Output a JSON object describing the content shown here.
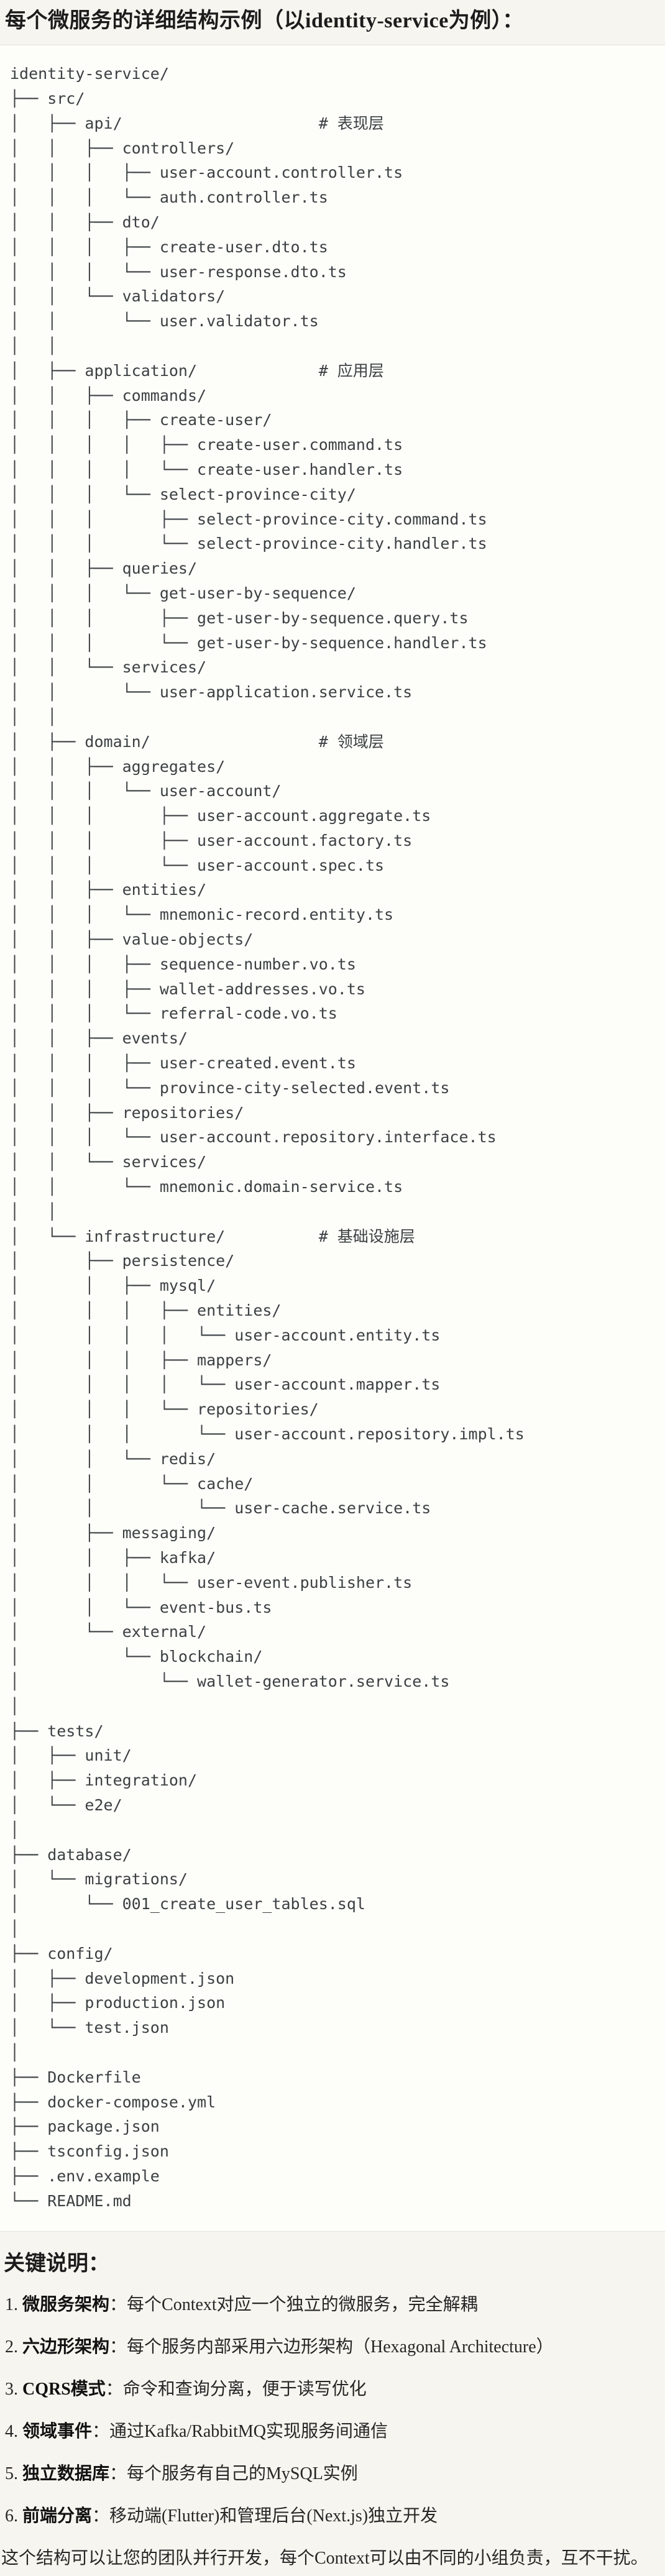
{
  "page": {
    "title": "每个微服务的详细结构示例（以identity-service为例）：",
    "section_heading": "关键说明：",
    "closing_paragraph": "这个结构可以让您的团队并行开发，每个Context可以由不同的小组负责，互不干扰。"
  },
  "colors": {
    "page_background": "#f7f5ef",
    "code_background": "#fdfdf9",
    "code_border": "#e6e3da",
    "tree_text": "#3c4043",
    "heading_text": "#1c1c1c"
  },
  "file_tree": {
    "layer_comments": [
      "# 表现层",
      "# 应用层",
      "# 领域层",
      "# 基础设施层"
    ],
    "lines": [
      "identity-service/",
      "├── src/",
      "│   ├── api/                     # 表现层",
      "│   │   ├── controllers/",
      "│   │   │   ├── user-account.controller.ts",
      "│   │   │   └── auth.controller.ts",
      "│   │   ├── dto/",
      "│   │   │   ├── create-user.dto.ts",
      "│   │   │   └── user-response.dto.ts",
      "│   │   └── validators/",
      "│   │       └── user.validator.ts",
      "│   │",
      "│   ├── application/             # 应用层",
      "│   │   ├── commands/",
      "│   │   │   ├── create-user/",
      "│   │   │   │   ├── create-user.command.ts",
      "│   │   │   │   └── create-user.handler.ts",
      "│   │   │   └── select-province-city/",
      "│   │   │       ├── select-province-city.command.ts",
      "│   │   │       └── select-province-city.handler.ts",
      "│   │   ├── queries/",
      "│   │   │   └── get-user-by-sequence/",
      "│   │   │       ├── get-user-by-sequence.query.ts",
      "│   │   │       └── get-user-by-sequence.handler.ts",
      "│   │   └── services/",
      "│   │       └── user-application.service.ts",
      "│   │",
      "│   ├── domain/                  # 领域层",
      "│   │   ├── aggregates/",
      "│   │   │   └── user-account/",
      "│   │   │       ├── user-account.aggregate.ts",
      "│   │   │       ├── user-account.factory.ts",
      "│   │   │       └── user-account.spec.ts",
      "│   │   ├── entities/",
      "│   │   │   └── mnemonic-record.entity.ts",
      "│   │   ├── value-objects/",
      "│   │   │   ├── sequence-number.vo.ts",
      "│   │   │   ├── wallet-addresses.vo.ts",
      "│   │   │   └── referral-code.vo.ts",
      "│   │   ├── events/",
      "│   │   │   ├── user-created.event.ts",
      "│   │   │   └── province-city-selected.event.ts",
      "│   │   ├── repositories/",
      "│   │   │   └── user-account.repository.interface.ts",
      "│   │   └── services/",
      "│   │       └── mnemonic.domain-service.ts",
      "│   │",
      "│   └── infrastructure/          # 基础设施层",
      "│       ├── persistence/",
      "│       │   ├── mysql/",
      "│       │   │   ├── entities/",
      "│       │   │   │   └── user-account.entity.ts",
      "│       │   │   ├── mappers/",
      "│       │   │   │   └── user-account.mapper.ts",
      "│       │   │   └── repositories/",
      "│       │   │       └── user-account.repository.impl.ts",
      "│       │   └── redis/",
      "│       │       └── cache/",
      "│       │           └── user-cache.service.ts",
      "│       ├── messaging/",
      "│       │   ├── kafka/",
      "│       │   │   └── user-event.publisher.ts",
      "│       │   └── event-bus.ts",
      "│       └── external/",
      "│           └── blockchain/",
      "│               └── wallet-generator.service.ts",
      "│",
      "├── tests/",
      "│   ├── unit/",
      "│   ├── integration/",
      "│   └── e2e/",
      "│",
      "├── database/",
      "│   └── migrations/",
      "│       └── 001_create_user_tables.sql",
      "│",
      "├── config/",
      "│   ├── development.json",
      "│   ├── production.json",
      "│   └── test.json",
      "│",
      "├── Dockerfile",
      "├── docker-compose.yml",
      "├── package.json",
      "├── tsconfig.json",
      "├── .env.example",
      "└── README.md"
    ]
  },
  "key_points": [
    {
      "num": "1.",
      "term": "微服务架构",
      "desc": "：每个Context对应一个独立的微服务，完全解耦"
    },
    {
      "num": "2.",
      "term": "六边形架构",
      "desc": "：每个服务内部采用六边形架构（Hexagonal Architecture）"
    },
    {
      "num": "3.",
      "term": "CQRS模式",
      "desc": "：命令和查询分离，便于读写优化"
    },
    {
      "num": "4.",
      "term": "领域事件",
      "desc": "：通过Kafka/RabbitMQ实现服务间通信"
    },
    {
      "num": "5.",
      "term": "独立数据库",
      "desc": "：每个服务有自己的MySQL实例"
    },
    {
      "num": "6.",
      "term": "前端分离",
      "desc": "：移动端(Flutter)和管理后台(Next.js)独立开发"
    }
  ]
}
